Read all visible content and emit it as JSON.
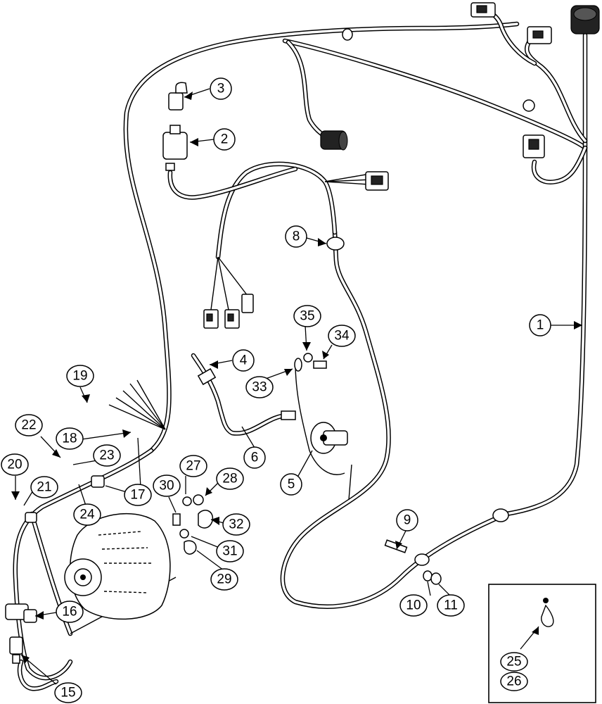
{
  "callouts": [
    {
      "id": "c1",
      "label": "1"
    },
    {
      "id": "c2",
      "label": "2"
    },
    {
      "id": "c3",
      "label": "3"
    },
    {
      "id": "c4",
      "label": "4"
    },
    {
      "id": "c5",
      "label": "5"
    },
    {
      "id": "c6",
      "label": "6"
    },
    {
      "id": "c8",
      "label": "8"
    },
    {
      "id": "c9",
      "label": "9"
    },
    {
      "id": "c10",
      "label": "10"
    },
    {
      "id": "c11",
      "label": "11"
    },
    {
      "id": "c15",
      "label": "15"
    },
    {
      "id": "c16",
      "label": "16"
    },
    {
      "id": "c17",
      "label": "17"
    },
    {
      "id": "c18",
      "label": "18"
    },
    {
      "id": "c19",
      "label": "19"
    },
    {
      "id": "c20",
      "label": "20"
    },
    {
      "id": "c21",
      "label": "21"
    },
    {
      "id": "c22",
      "label": "22"
    },
    {
      "id": "c23",
      "label": "23"
    },
    {
      "id": "c24",
      "label": "24"
    },
    {
      "id": "c25",
      "label": "25"
    },
    {
      "id": "c26",
      "label": "26"
    },
    {
      "id": "c27",
      "label": "27"
    },
    {
      "id": "c28",
      "label": "28"
    },
    {
      "id": "c29",
      "label": "29"
    },
    {
      "id": "c30",
      "label": "30"
    },
    {
      "id": "c31",
      "label": "31"
    },
    {
      "id": "c32",
      "label": "32"
    },
    {
      "id": "c33",
      "label": "33"
    },
    {
      "id": "c34",
      "label": "34"
    },
    {
      "id": "c35",
      "label": "35"
    }
  ]
}
